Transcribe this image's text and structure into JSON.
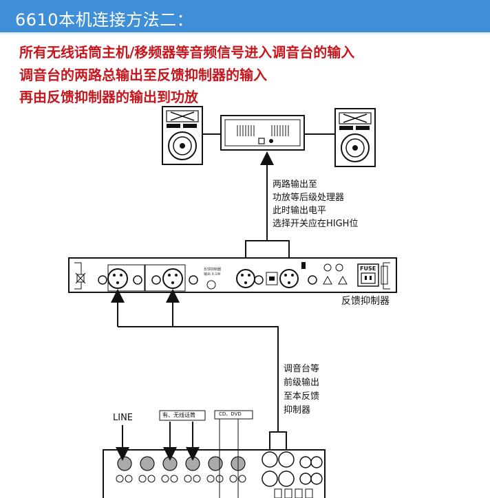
{
  "header": {
    "title": "6610本机连接方法二："
  },
  "notes": [
    "所有无线话筒主机/移频器等音频信号进入调音台的输入",
    "调音台的两路总输出至反馈抑制器的输入",
    "再由反馈抑制器的输出到功放"
  ],
  "labels": {
    "to_amp": [
      "两路输出至",
      "功放等后级处理器",
      "此时输出电平",
      "选择开关应在HIGH位"
    ],
    "feedback_suppressor": "反馈抑制器",
    "mixer_out": [
      "调音台等",
      "前级输出",
      "至本反馈",
      "抑制器"
    ],
    "line": "LINE",
    "wireless_mic": "有、无线话筒",
    "cd_dvd": "CD、DVD",
    "fuse": "FUSE"
  },
  "colors": {
    "title_bar": "#3f8fd8",
    "note_text": "#c8161d",
    "line": "#111111"
  }
}
